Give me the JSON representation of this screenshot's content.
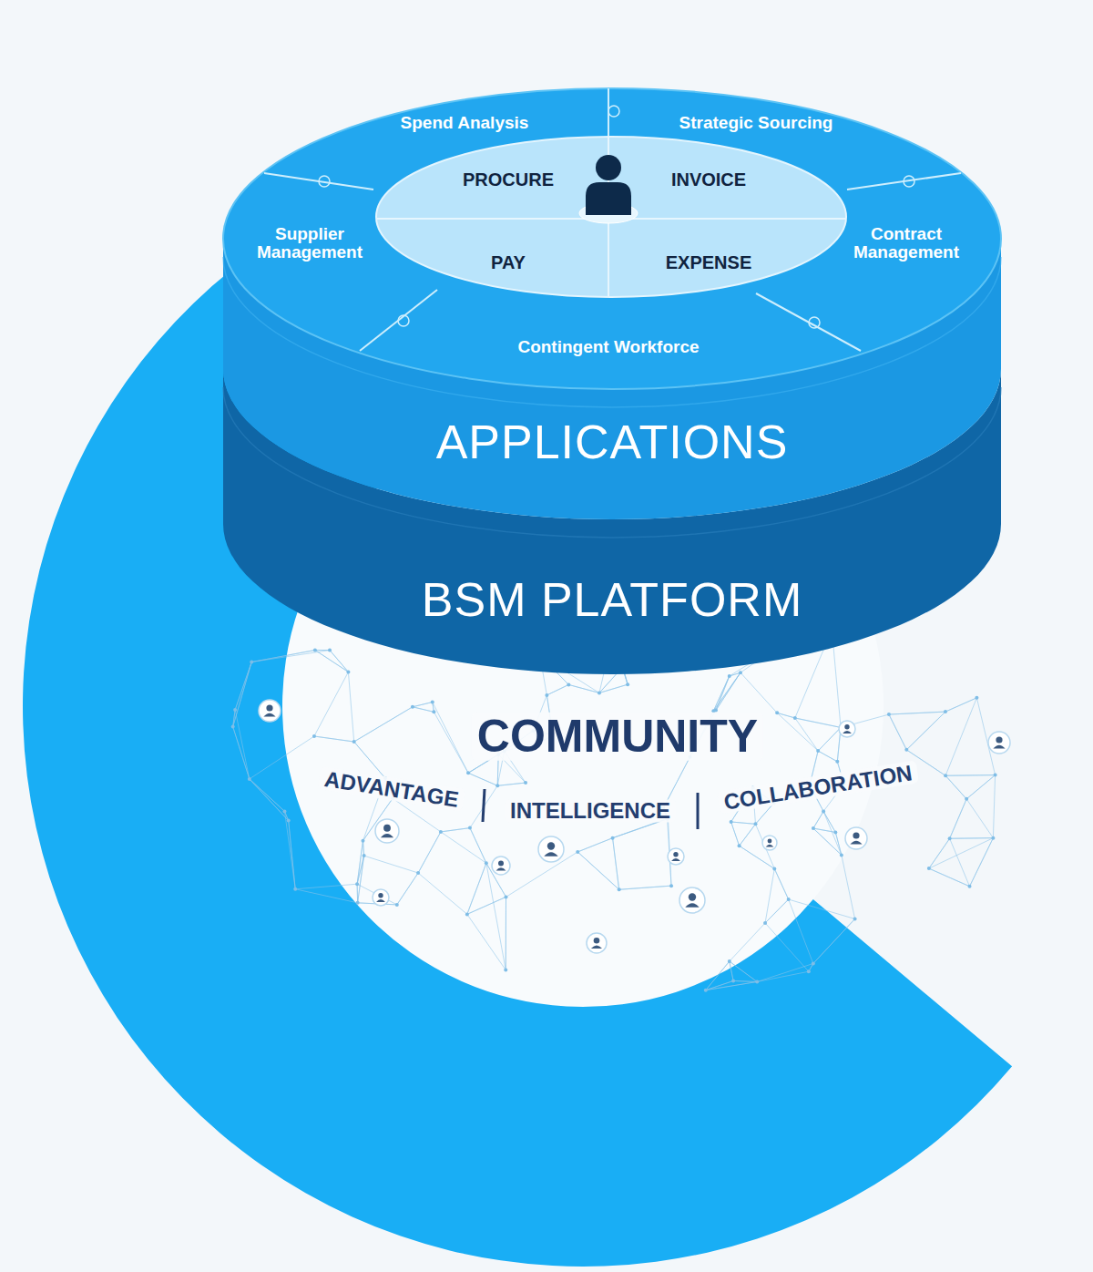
{
  "diagram": {
    "nodes": [
      {
        "text": [
          "APPLICATIONS"
        ]
      },
      {
        "text": [
          "Spend Analysis"
        ],
        "in": 0
      },
      {
        "text": [
          "Strategic Sourcing"
        ],
        "in": 0
      },
      {
        "text": [
          "Supplier Management"
        ],
        "in": 0
      },
      {
        "text": [
          "PROCURE"
        ],
        "in": 0
      },
      {
        "text": [
          "INVOICE"
        ],
        "in": 0
      },
      {
        "text": [
          "Contract Management"
        ],
        "in": 0
      },
      {
        "text": [
          "PAY"
        ],
        "in": 0
      },
      {
        "text": [
          "EXPENSE"
        ],
        "in": 0
      },
      {
        "text": [
          "Contingent Workforce"
        ],
        "in": 0
      },
      {
        "text": [
          "BSM PLATFORM"
        ]
      },
      {
        "text": [
          "COMMUNITY",
          "ADVANTAGE",
          "INTELLIGENCE",
          "COLLABORATION"
        ]
      }
    ]
  }
}
